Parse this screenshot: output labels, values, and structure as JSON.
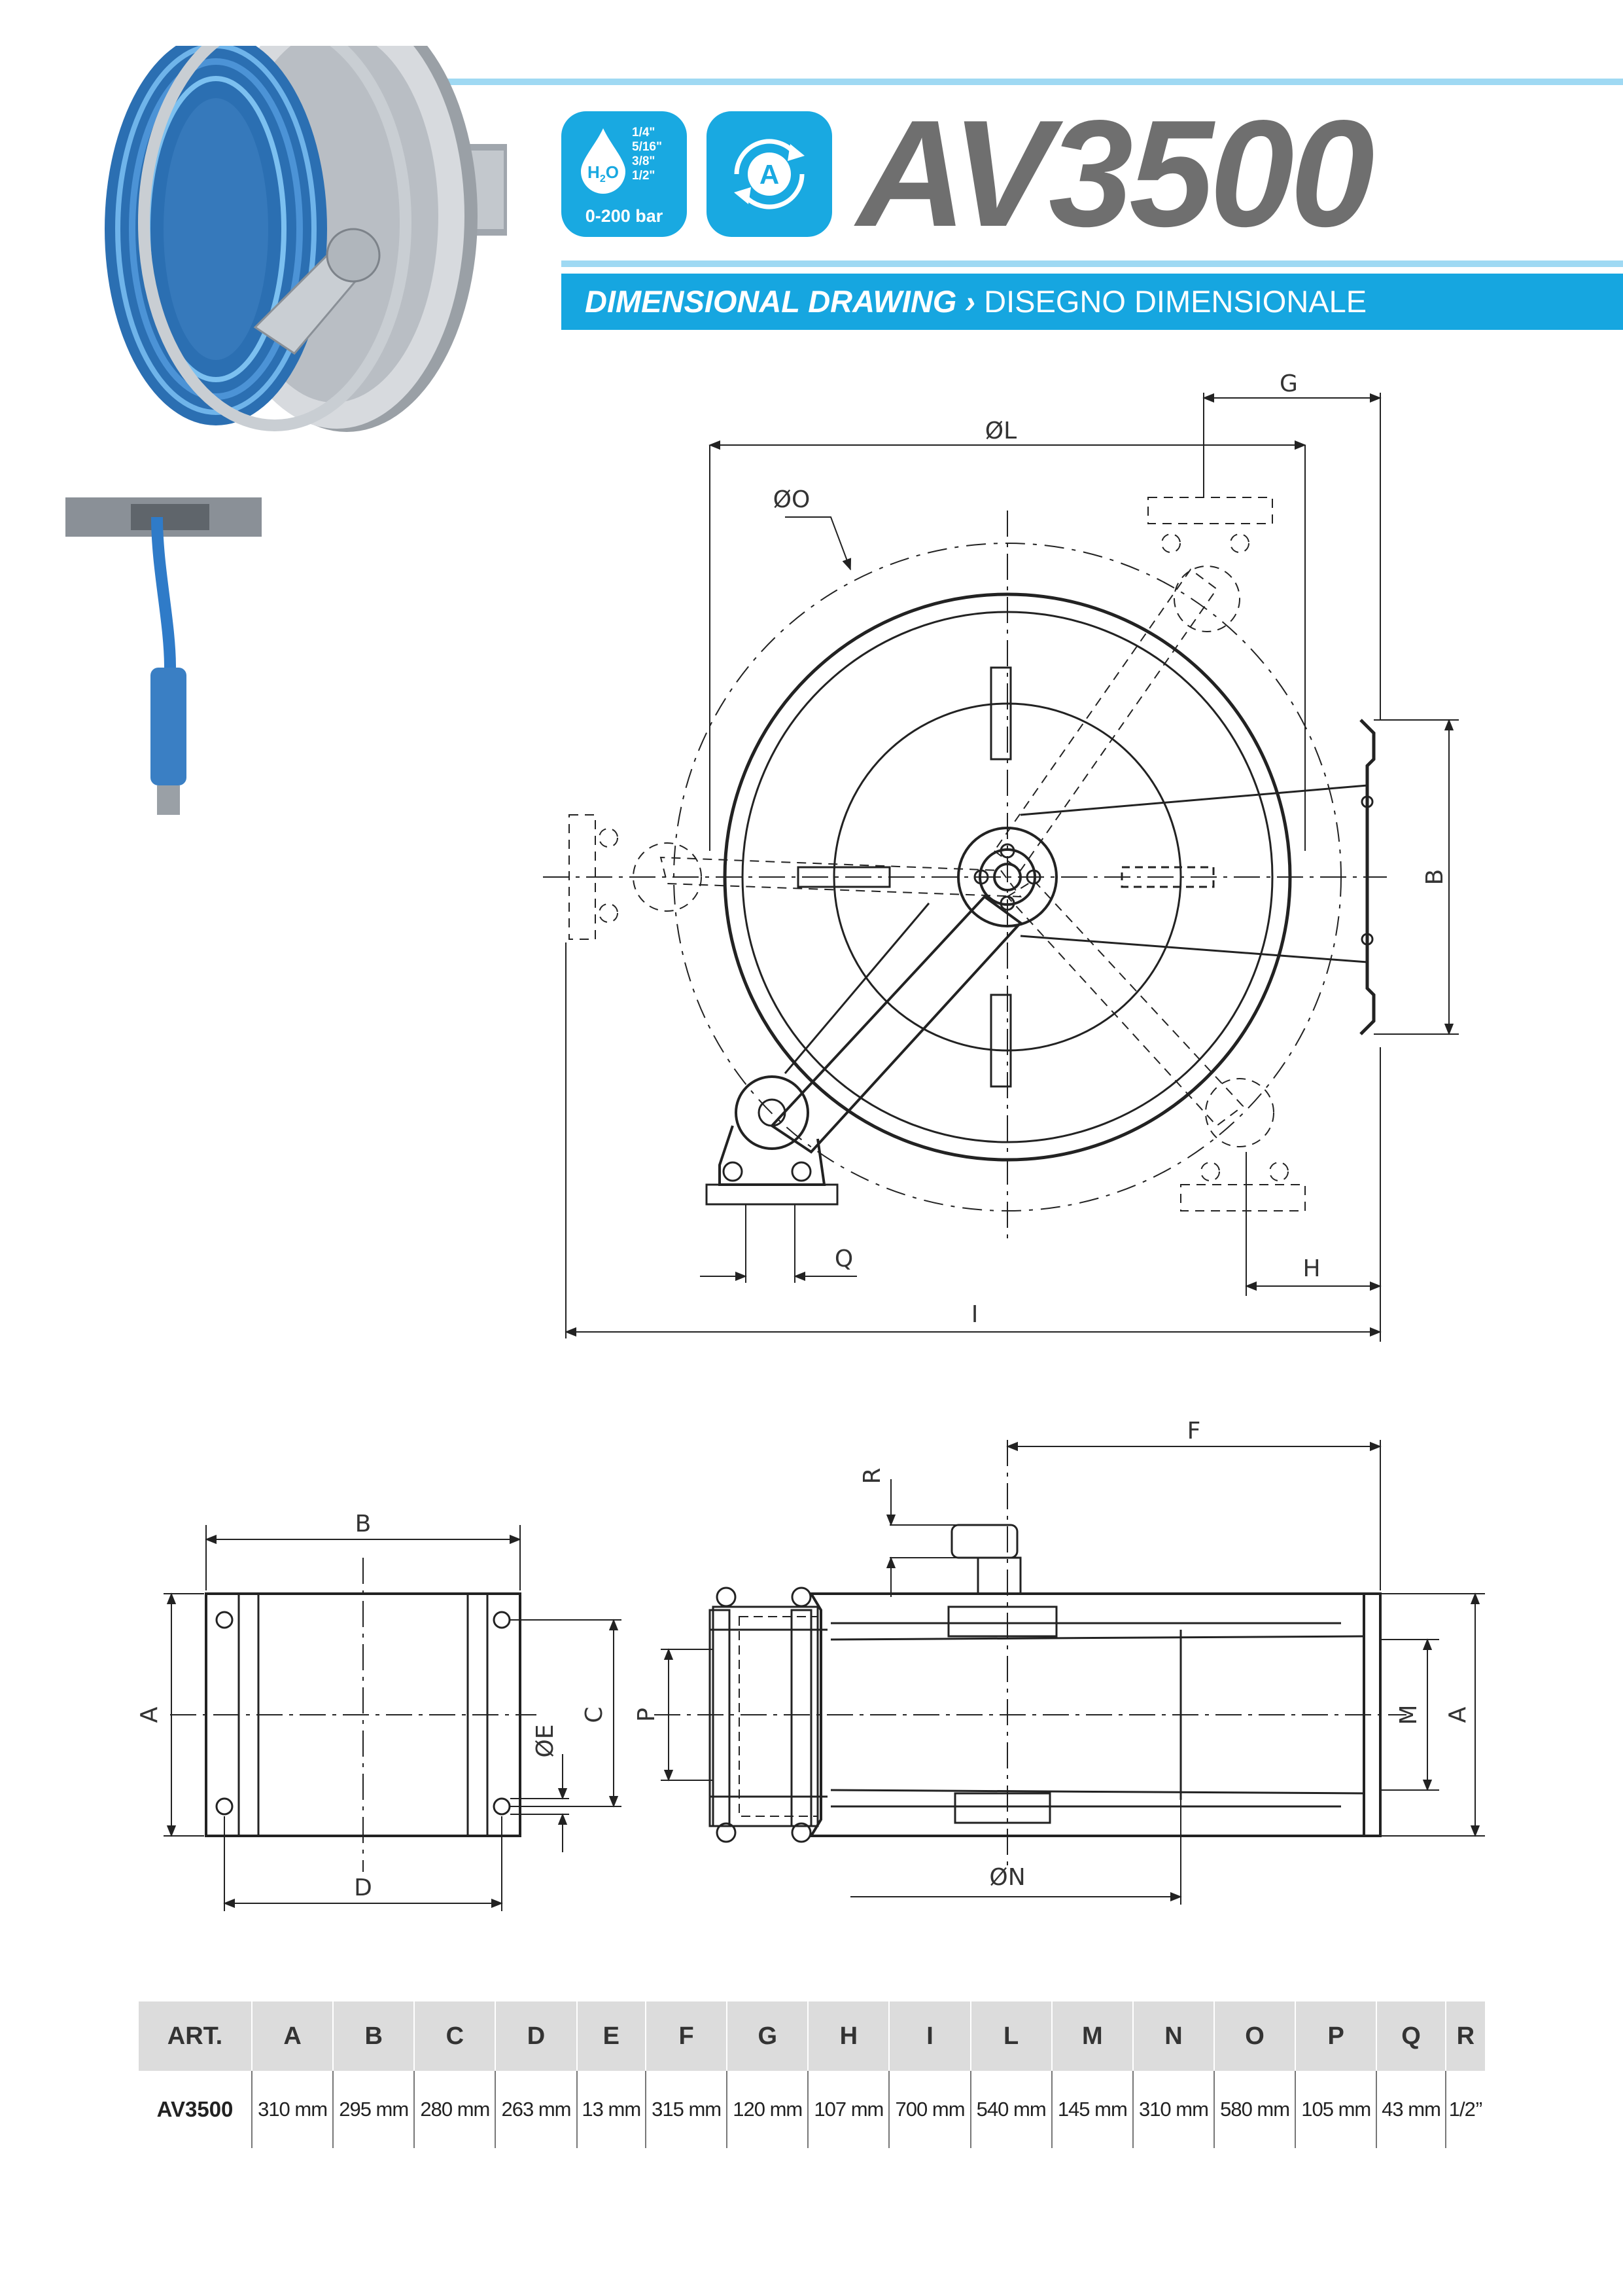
{
  "header": {
    "title": "AV3500",
    "water_badge": {
      "symbol": "H2O",
      "sizes": [
        "1/4\"",
        "5/16\"",
        "3/8\"",
        "1/2\""
      ],
      "pressure": "0-200 bar"
    },
    "auto_badge": {
      "letter": "A"
    }
  },
  "section": {
    "title_bold": "DIMENSIONAL DRAWING ›",
    "title_regular": "DISEGNO DIMENSIONALE"
  },
  "front_view": {
    "labels": {
      "G": "G",
      "L": "ØL",
      "O": "ØO",
      "B": "B",
      "Q": "Q",
      "H": "H",
      "I": "I"
    }
  },
  "bracket_view": {
    "labels": {
      "B": "B",
      "A": "A",
      "C": "C",
      "E": "ØE",
      "D": "D"
    }
  },
  "side_view": {
    "labels": {
      "F": "F",
      "R": "R",
      "P": "P",
      "M": "M",
      "A": "A",
      "N": "ØN"
    }
  },
  "colors": {
    "accent": "#16a6e0",
    "title_gray": "#6f6f6f",
    "header_line": "#9fd9f3",
    "table_header": "#dcdcdc"
  },
  "table": {
    "headers": [
      "ART.",
      "A",
      "B",
      "C",
      "D",
      "E",
      "F",
      "G",
      "H",
      "I",
      "L",
      "M",
      "N",
      "O",
      "P",
      "Q",
      "R"
    ],
    "rows": [
      [
        "AV3500",
        "310 mm",
        "295 mm",
        "280 mm",
        "263 mm",
        "13 mm",
        "315 mm",
        "120 mm",
        "107 mm",
        "700 mm",
        "540 mm",
        "145 mm",
        "310 mm",
        "580 mm",
        "105 mm",
        "43 mm",
        "1/2’’"
      ]
    ]
  }
}
